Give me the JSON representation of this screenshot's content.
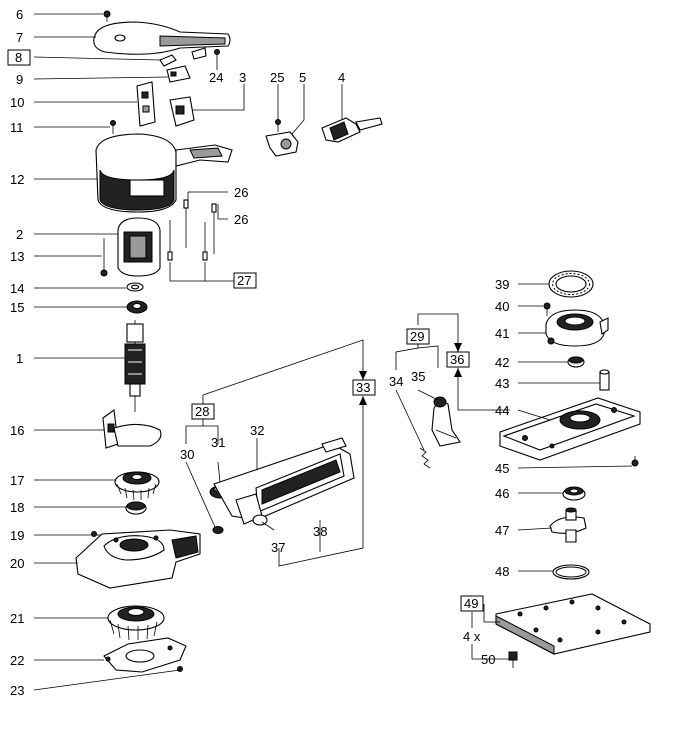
{
  "diagram": {
    "labels": {
      "p1": "1",
      "p2": "2",
      "p3": "3",
      "p4": "4",
      "p5": "5",
      "p6": "6",
      "p7": "7",
      "p8": "8",
      "p9": "9",
      "p10": "10",
      "p11": "11",
      "p12": "12",
      "p13": "13",
      "p14": "14",
      "p15": "15",
      "p16": "16",
      "p17": "17",
      "p18": "18",
      "p19": "19",
      "p20": "20",
      "p21": "21",
      "p22": "22",
      "p23": "23",
      "p24": "24",
      "p25": "25",
      "p26a": "26",
      "p26b": "26",
      "p27": "27",
      "p28": "28",
      "p29": "29",
      "p30": "30",
      "p31": "31",
      "p32": "32",
      "p33": "33",
      "p34": "34",
      "p35": "35",
      "p36": "36",
      "p37": "37",
      "p38": "38",
      "p39": "39",
      "p40": "40",
      "p41": "41",
      "p42": "42",
      "p43": "43",
      "p44": "44",
      "p45": "45",
      "p46": "46",
      "p47": "47",
      "p48": "48",
      "p49": "49",
      "p50": "50",
      "qty": "4 x"
    }
  }
}
